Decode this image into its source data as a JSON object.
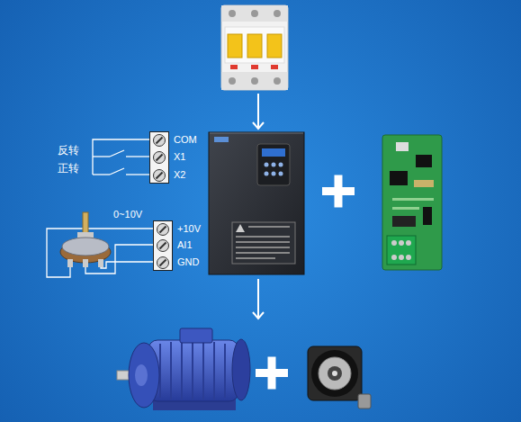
{
  "diagram": {
    "nodes": [
      {
        "text": [
          "COM",
          "X1",
          "X2"
        ]
      },
      {
        "text": [
          "+10V",
          "AI1",
          "GND"
        ]
      }
    ],
    "labels": [
      "反转",
      "正转",
      "0~10V"
    ]
  }
}
